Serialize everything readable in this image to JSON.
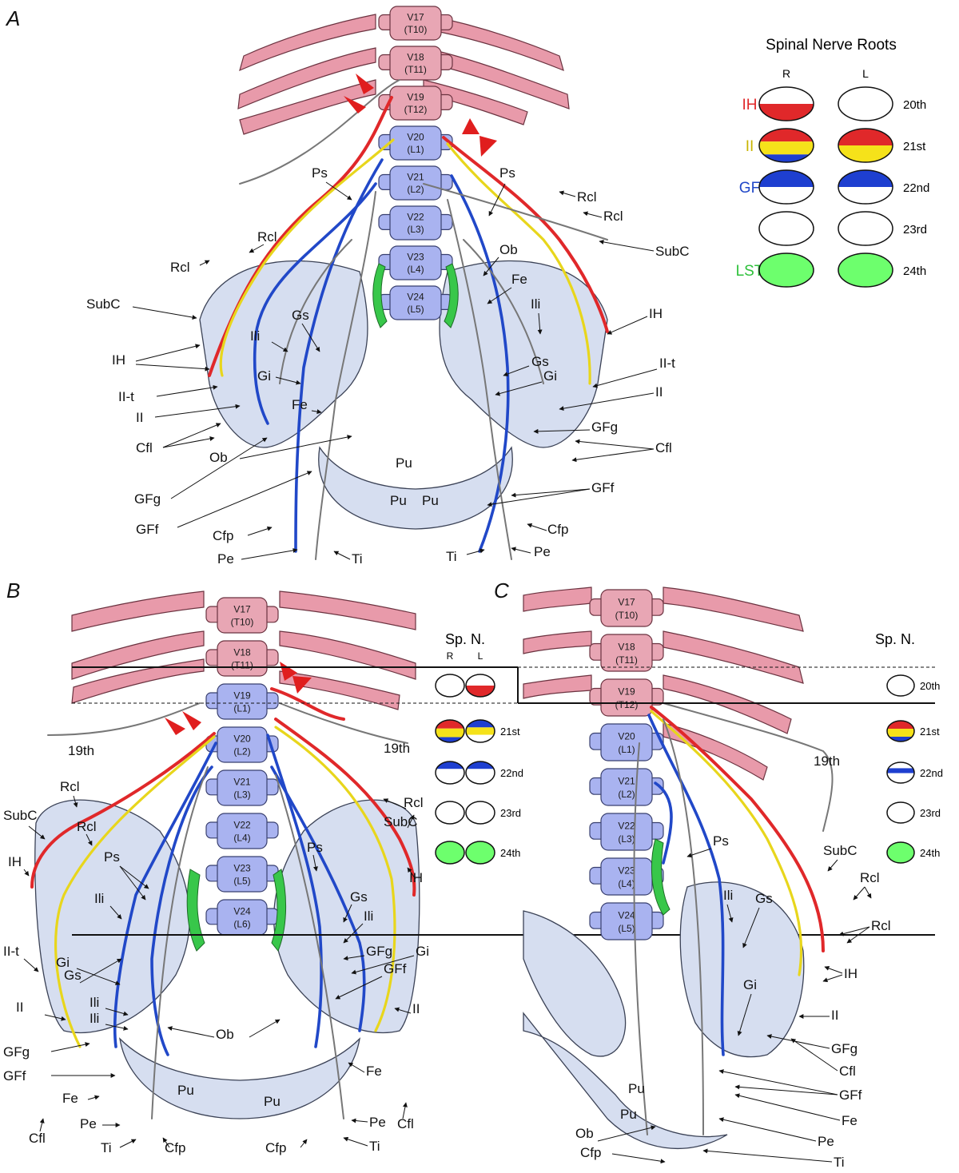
{
  "panels": {
    "A": "A",
    "B": "B",
    "C": "C"
  },
  "legend_A": {
    "title": "Spinal Nerve Roots",
    "col_r": "R",
    "col_l": "L",
    "rows": [
      {
        "name": "IH",
        "root": "20th",
        "color": "#e0282a"
      },
      {
        "name": "II",
        "root": "21st",
        "color": "#c8b400"
      },
      {
        "name": "GF",
        "root": "22nd",
        "color": "#2148c8"
      },
      {
        "name": "",
        "root": "23rd",
        "color": "#111111"
      },
      {
        "name": "LST",
        "root": "24th",
        "color": "#2ec13b"
      }
    ]
  },
  "legend_B": {
    "title": "Sp. N.",
    "col_r": "R",
    "col_l": "L",
    "roots": [
      "21st",
      "22nd",
      "23rd",
      "24th"
    ]
  },
  "legend_C": {
    "title": "Sp. N.",
    "roots": [
      "20th",
      "21st",
      "22nd",
      "23rd",
      "24th"
    ]
  },
  "vertebrae_A": [
    {
      "v": "V17",
      "t": "(T10)"
    },
    {
      "v": "V18",
      "t": "(T11)"
    },
    {
      "v": "V19",
      "t": "(T12)"
    },
    {
      "v": "V20",
      "t": "(L1)"
    },
    {
      "v": "V21",
      "t": "(L2)"
    },
    {
      "v": "V22",
      "t": "(L3)"
    },
    {
      "v": "V23",
      "t": "(L4)"
    },
    {
      "v": "V24",
      "t": "(L5)"
    }
  ],
  "vertebrae_B": [
    {
      "v": "V17",
      "t": "(T10)"
    },
    {
      "v": "V18",
      "t": "(T11)"
    },
    {
      "v": "V19",
      "t": "(L1)"
    },
    {
      "v": "V20",
      "t": "(L2)"
    },
    {
      "v": "V21",
      "t": "(L3)"
    },
    {
      "v": "V22",
      "t": "(L4)"
    },
    {
      "v": "V23",
      "t": "(L5)"
    },
    {
      "v": "V24",
      "t": "(L6)"
    }
  ],
  "vertebrae_C": [
    {
      "v": "V17",
      "t": "(T10)"
    },
    {
      "v": "V18",
      "t": "(T11)"
    },
    {
      "v": "V19",
      "t": "(T12)"
    },
    {
      "v": "V20",
      "t": "(L1)"
    },
    {
      "v": "V21",
      "t": "(L2)"
    },
    {
      "v": "V22",
      "t": "(L3)"
    },
    {
      "v": "V23",
      "t": "(L4)"
    },
    {
      "v": "V24",
      "t": "(L5)"
    }
  ],
  "labels_A": [
    "Ps",
    "Ps",
    "Rcl",
    "Rcl",
    "Rcl",
    "Rcl",
    "SubC",
    "SubC",
    "Ob",
    "Fe",
    "IH",
    "IH",
    "Ili",
    "Gs",
    "Ili",
    "Gs",
    "Gi",
    "Gi",
    "II-t",
    "II-t",
    "II",
    "II",
    "Fe",
    "Cfl",
    "Cfl",
    "GFg",
    "GFg",
    "Ob",
    "Pu",
    "Pu",
    "Pu",
    "GFf",
    "GFf",
    "Cfp",
    "Cfp",
    "Pe",
    "Ti",
    "Ti",
    "Pe"
  ],
  "labels_B": [
    "19th",
    "19th",
    "Rcl",
    "Rcl",
    "Rcl",
    "SubC",
    "SubC",
    "IH",
    "IH",
    "Ps",
    "Ps",
    "Ili",
    "Gs",
    "Ili",
    "Gs",
    "Gi",
    "GFg",
    "Gi",
    "GFf",
    "II-t",
    "II",
    "II",
    "Ili",
    "Ili",
    "GFg",
    "GFf",
    "Ob",
    "Fe",
    "Fe",
    "Pu",
    "Pu",
    "Cfl",
    "Cfl",
    "Pe",
    "Pe",
    "Ti",
    "Cfp",
    "Cfp",
    "Ti"
  ],
  "labels_C": [
    "19th",
    "SubC",
    "Rcl",
    "Ps",
    "Rcl",
    "Ili",
    "Gs",
    "IH",
    "Gi",
    "II",
    "GFg",
    "Cfl",
    "GFf",
    "Pu",
    "Pu",
    "Fe",
    "Ob",
    "Pe",
    "Cfp",
    "Ti"
  ]
}
